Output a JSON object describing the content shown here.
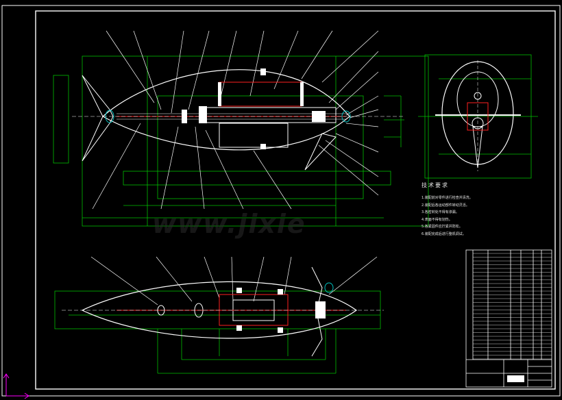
{
  "drawing": {
    "colors": {
      "background": "#000000",
      "outline": "#ffffff",
      "dimension": "#00ff00",
      "part": "#ff2020",
      "fill": "#ffffff",
      "title_block": "#ffffff",
      "ucs": "#ff00ff"
    },
    "views": [
      "side-elevation",
      "front-elevation",
      "top-plan"
    ],
    "technical_requirements": {
      "title": "技术要求",
      "items": [
        "1.装配前对零件进行检查并清洗。",
        "2.装配后各运动部件转动灵活。",
        "3.各密封处不得有渗漏。",
        "4.表面不得有划伤。",
        "5.各紧固件应拧紧并防松。",
        "6.装配完成后进行整机调试。"
      ]
    },
    "watermark": "www.jixie"
  }
}
